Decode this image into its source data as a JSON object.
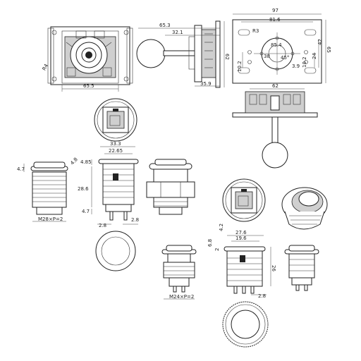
{
  "dimensions": {
    "joy_plate_width": "65.5",
    "joy_plate_r": "R4",
    "joy_side_top": "65.3",
    "joy_side_shaft": "32.1",
    "joy_side_height": "62",
    "joy_side_bottom": "35.9",
    "mount_width": "97",
    "mount_hole_spacing": "81.6",
    "mount_r": "R3",
    "mount_center": "85.4",
    "mount_angle": "45°",
    "mount_dia": "38",
    "mount_v_left": "10.2",
    "mount_v_right1": "10.2",
    "mount_v_right2": "24",
    "mount_v_right3": "42",
    "mount_height": "65",
    "mount_small": "3.9",
    "bottom_view_width": "62",
    "btn_top_dia": "33.3",
    "btn_inner_dia": "22.65",
    "btn_left_height": "4.7",
    "btn_left_r": "4.8",
    "btn_thread_left": "M28×P=2",
    "btn_mid_h1": "4.85",
    "btn_mid_height": "28.6",
    "btn_mid_h2": "4.7",
    "btn_mid_tab1": "2.8",
    "btn_mid_tab2": "2.8",
    "small_top_dia": "27.6",
    "small_inner_dia": "19.6",
    "small_left_a": "6.8",
    "small_left_b": "4.2",
    "small_left_c": "2",
    "small_height": "26",
    "small_thread": "M24×P=2",
    "small_tab": "2.8"
  },
  "colors": {
    "line": "#222222",
    "background": "#ffffff",
    "shade": "#cfcfcf"
  }
}
